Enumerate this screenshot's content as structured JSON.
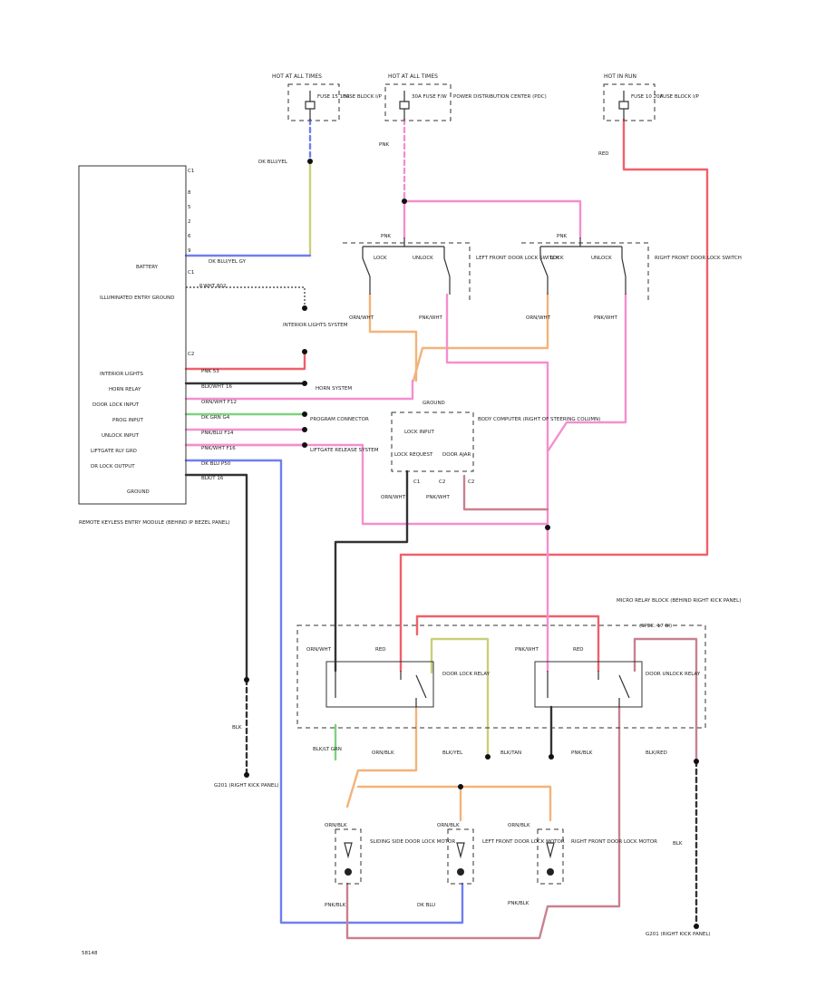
{
  "colors": {
    "red": "#f0606a",
    "pink": "#f48fd0",
    "blue": "#6f7ff0",
    "orange": "#f3b27a",
    "yellow_green": "#c9cf7a",
    "green": "#7ed37e",
    "black": "#333333",
    "brown_red": "#c9818f"
  },
  "fuses": {
    "f1": {
      "header": "HOT AT ALL TIMES",
      "fuse": "FUSE 15 10A",
      "note": "FUSE BLOCK I/P"
    },
    "f2": {
      "header": "HOT AT ALL TIMES",
      "fuse": "30A FUSE F/W",
      "note": "POWER DISTRIBUTION CENTER (PDC)"
    },
    "f3": {
      "header": "HOT IN RUN",
      "fuse": "FUSE 10 20A",
      "note": "FUSE BLOCK I/P"
    }
  },
  "module": {
    "pins": [
      "C1",
      "8",
      "5",
      "2",
      "6",
      "9",
      "C1"
    ],
    "labels": [
      "BATTERY",
      "ILLUMINATED ENTRY GROUND",
      "INTERIOR LIGHTS",
      "HORN RELAY",
      "DOOR LOCK INPUT",
      "PROG INPUT",
      "UNLOCK INPUT",
      "LIFTGATE RLY GRD",
      "DR LOCK OUTPUT",
      "GROUND"
    ],
    "c2": "C2",
    "caption": "REMOTE KEYLESS ENTRY MODULE (BEHIND IP BEZEL PANEL)"
  },
  "wires": {
    "dk_blu_yel": "DK BLU/YEL",
    "dk_blu_yel_gy": "DK BLU/YEL GY",
    "pink": "PNK",
    "pink_wht": "PNK/WHT",
    "red": "RED",
    "orn_wht": "ORN/WHT",
    "pnk_wht_2": "PNK/WHT",
    "pnk_wht_mod": "P.WHT  802",
    "interior_lamps": "INTERIOR LIGHTS SYSTEM",
    "horn_system": "HORN SYSTEM",
    "program_connector": "PROGRAM CONNECTOR",
    "liftgate_system": "LIFTGATE RELEASE SYSTEM",
    "mod_wires": [
      "PNK  53",
      "BLK/WHT  16",
      "ORN/WHT  F12",
      "DK GRN  G4",
      "PNK/BLU  F14",
      "PNK/WHT  F16",
      "DK BLU  P50",
      "BLK/T  16"
    ]
  },
  "switches": {
    "left": {
      "common": "PNK",
      "lock": "LOCK",
      "unlock": "UNLOCK",
      "name": "LEFT FRONT DOOR LOCK SWITCH",
      "out1": "ORN/WHT",
      "out2": "PNK/WHT"
    },
    "right": {
      "common": "PNK",
      "lock": "LOCK",
      "unlock": "UNLOCK",
      "name": "RIGHT FRONT DOOR LOCK SWITCH",
      "out1": "ORN/WHT",
      "out2": "PNK/WHT"
    }
  },
  "bcm": {
    "name": "BODY COMPUTER (RIGHT OF STEERING COLUMN)",
    "ground": "GROUND",
    "lock_input": "LOCK INPUT",
    "lock_request": "LOCK REQUEST",
    "door_ajar": "DOOR AJAR",
    "c1": "C1",
    "c2": "C2",
    "pin_a": "ORN/WHT",
    "pin_b": "PNK/WHT",
    "c2_label": "C2"
  },
  "relay_block": {
    "title": "MICRO RELAY BLOCK (BEHIND RIGHT KICK PANEL)",
    "lock_relay": "DOOR LOCK RELAY",
    "unlock_relay": "DOOR UNLOCK RELAY",
    "lock_in": "ORN/WHT",
    "unlock_in": "PNK/WHT",
    "red_a": "RED",
    "red_b": "RED",
    "sub": "(SPEC: 17 BI)"
  },
  "lower_wires": {
    "blk_lt_grn": "BLK/LT GRN",
    "orn_blk": "ORN/BLK",
    "blk_yel": "BLK/YEL",
    "blk_tan": "BLK/TAN",
    "pnk_blk": "PNK/BLK",
    "blk_red": "BLK/RED",
    "blk": "BLK",
    "blk2": "BLK"
  },
  "motors": {
    "sliding": "SLIDING SIDE DOOR LOCK MOTOR",
    "left": "LEFT FRONT DOOR LOCK MOTOR",
    "right": "RIGHT FRONT DOOR LOCK MOTOR",
    "in1": "ORN/BLK",
    "in2": "ORN/BLK",
    "in3": "ORN/BLK",
    "out1": "PNK/BLK",
    "out2": "DK BLU",
    "out3": "PNK/BLK"
  },
  "grounds": {
    "left": "G201 (RIGHT KICK PANEL)",
    "right": "G201 (RIGHT KICK PANEL)"
  },
  "figure_id": "58148"
}
